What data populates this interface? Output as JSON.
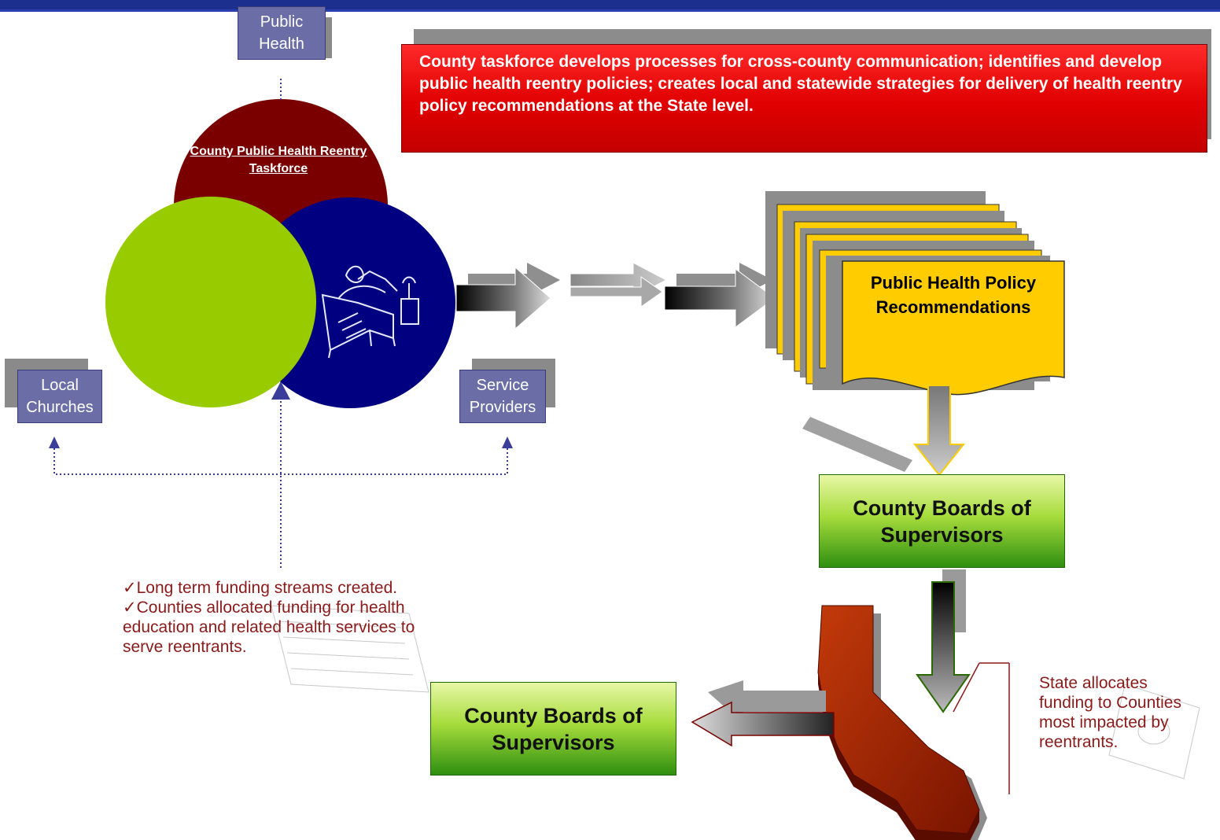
{
  "tags": {
    "public_health": [
      "Public",
      "Health"
    ],
    "local_churches": [
      "Local",
      "Churches"
    ],
    "service_providers": [
      "Service",
      "Providers"
    ]
  },
  "taskforce": {
    "title": "County Public Health Reentry Taskforce"
  },
  "taskforce_description": "County taskforce develops processes for cross-county communication; identifies and develop public health reentry policies; creates local and statewide strategies for delivery of health reentry policy recommendations at the State level.",
  "policy": {
    "title": "Public Health Policy Recommendations"
  },
  "boards_top": {
    "title": "County Boards of Supervisors"
  },
  "boards_bottom": {
    "title": "County Boards of Supervisors"
  },
  "funding_notes": [
    "✓Long term funding streams created.",
    "✓Counties allocated funding for health education and related health services to serve reentrants."
  ],
  "state_note": "State allocates funding to Counties most impacted by reentrants.",
  "colors": {
    "header_bar": "#1c2f8f",
    "taskforce_circle": "#7a0000",
    "green_circle": "#99cc00",
    "blue_circle": "#000080",
    "red_box": "#e00000",
    "policy_doc": "#ffcc00",
    "state_shape": "#b22a00",
    "note_text": "#8b1a1a"
  },
  "icons": [
    "patient-bed-icon",
    "money-bill-icon",
    "california-map-icon"
  ]
}
